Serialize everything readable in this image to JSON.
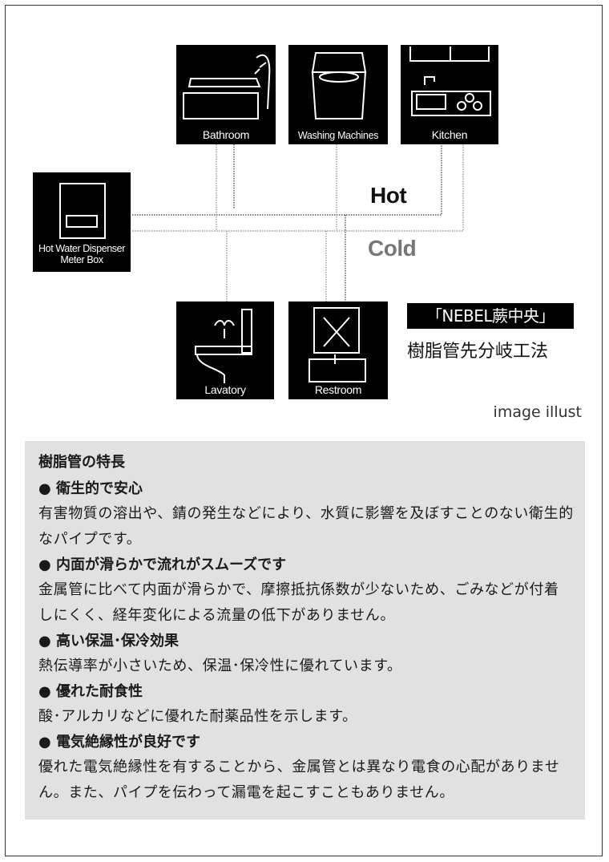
{
  "diagram": {
    "tiles": {
      "bathroom": "Bathroom",
      "washing": "Washing Machines",
      "kitchen": "Kitchen",
      "meter_line1": "Hot Water Dispenser",
      "meter_line2": "Meter Box",
      "lavatory": "Lavatory",
      "restroom": "Restroom"
    },
    "hot_label": "Hot",
    "cold_label": "Cold",
    "method_box": "「NEBEL蕨中央」",
    "method_name": "樹脂管先分岐工法",
    "caption": "image illust",
    "colors": {
      "hot_line": "#333333",
      "cold_line": "#8a8a8a",
      "panel_bg": "#e1e1e1"
    }
  },
  "features": {
    "heading": "樹脂管の特長",
    "items": [
      {
        "title": "● 衛生的で安心",
        "body": "有害物質の溶出や、錆の発生などにより、水質に影響を及ぼすことのない衛生的なパイプです。"
      },
      {
        "title": "● 内面が滑らかで流れがスムーズです",
        "body": "金属管に比べて内面が滑らかで、摩擦抵抗係数が少ないため、ごみなどが付着しにくく、経年変化による流量の低下がありません。"
      },
      {
        "title": "● 高い保温･保冷効果",
        "body": "熱伝導率が小さいため、保温･保冷性に優れています。"
      },
      {
        "title": "● 優れた耐食性",
        "body": "酸･アルカリなどに優れた耐薬品性を示します。"
      },
      {
        "title": "● 電気絶縁性が良好です",
        "body": "優れた電気絶縁性を有することから、金属管とは異なり電食の心配がありません。また、パイプを伝わって漏電を起こすこともありません。"
      }
    ]
  }
}
